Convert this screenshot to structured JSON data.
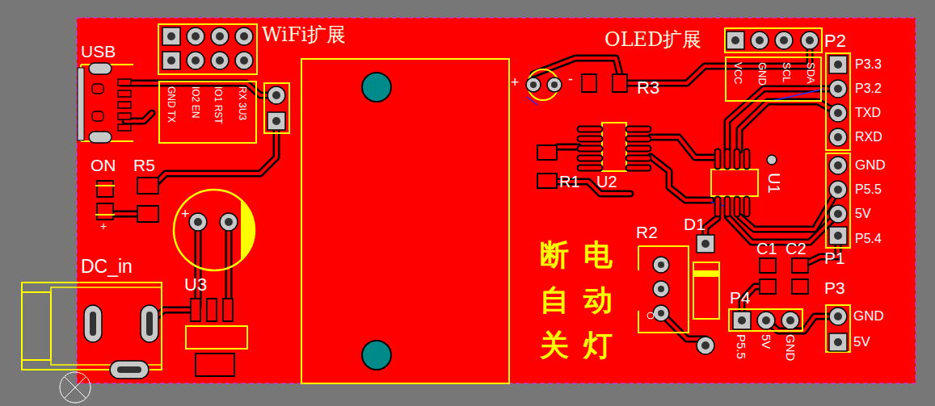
{
  "diagram": {
    "nodes": [
      {
        "text": [
          "GND TX",
          "IO2 EN",
          "IO1 RST",
          "RX 3U3"
        ]
      },
      {
        "text": [
          "VCC",
          "GND",
          "SCL",
          "SDA"
        ]
      }
    ],
    "labels": [
      "USB",
      "WiFi扩展",
      "OLED扩展",
      "P2",
      "P3.3",
      "P3.2",
      "TXD",
      "RXD",
      "GND",
      "P5.5",
      "5V",
      "P5.4",
      "R3",
      "R1",
      "U2",
      "U1",
      "+",
      "-",
      "ON",
      "R5",
      "+",
      "+",
      "DC_in",
      "U3",
      "R2",
      "D1",
      "C1",
      "C2",
      "P1",
      "P3",
      "P4",
      "GND",
      "5V",
      "P5.5",
      "5V",
      "GND",
      "断电 自动 关灯"
    ]
  }
}
